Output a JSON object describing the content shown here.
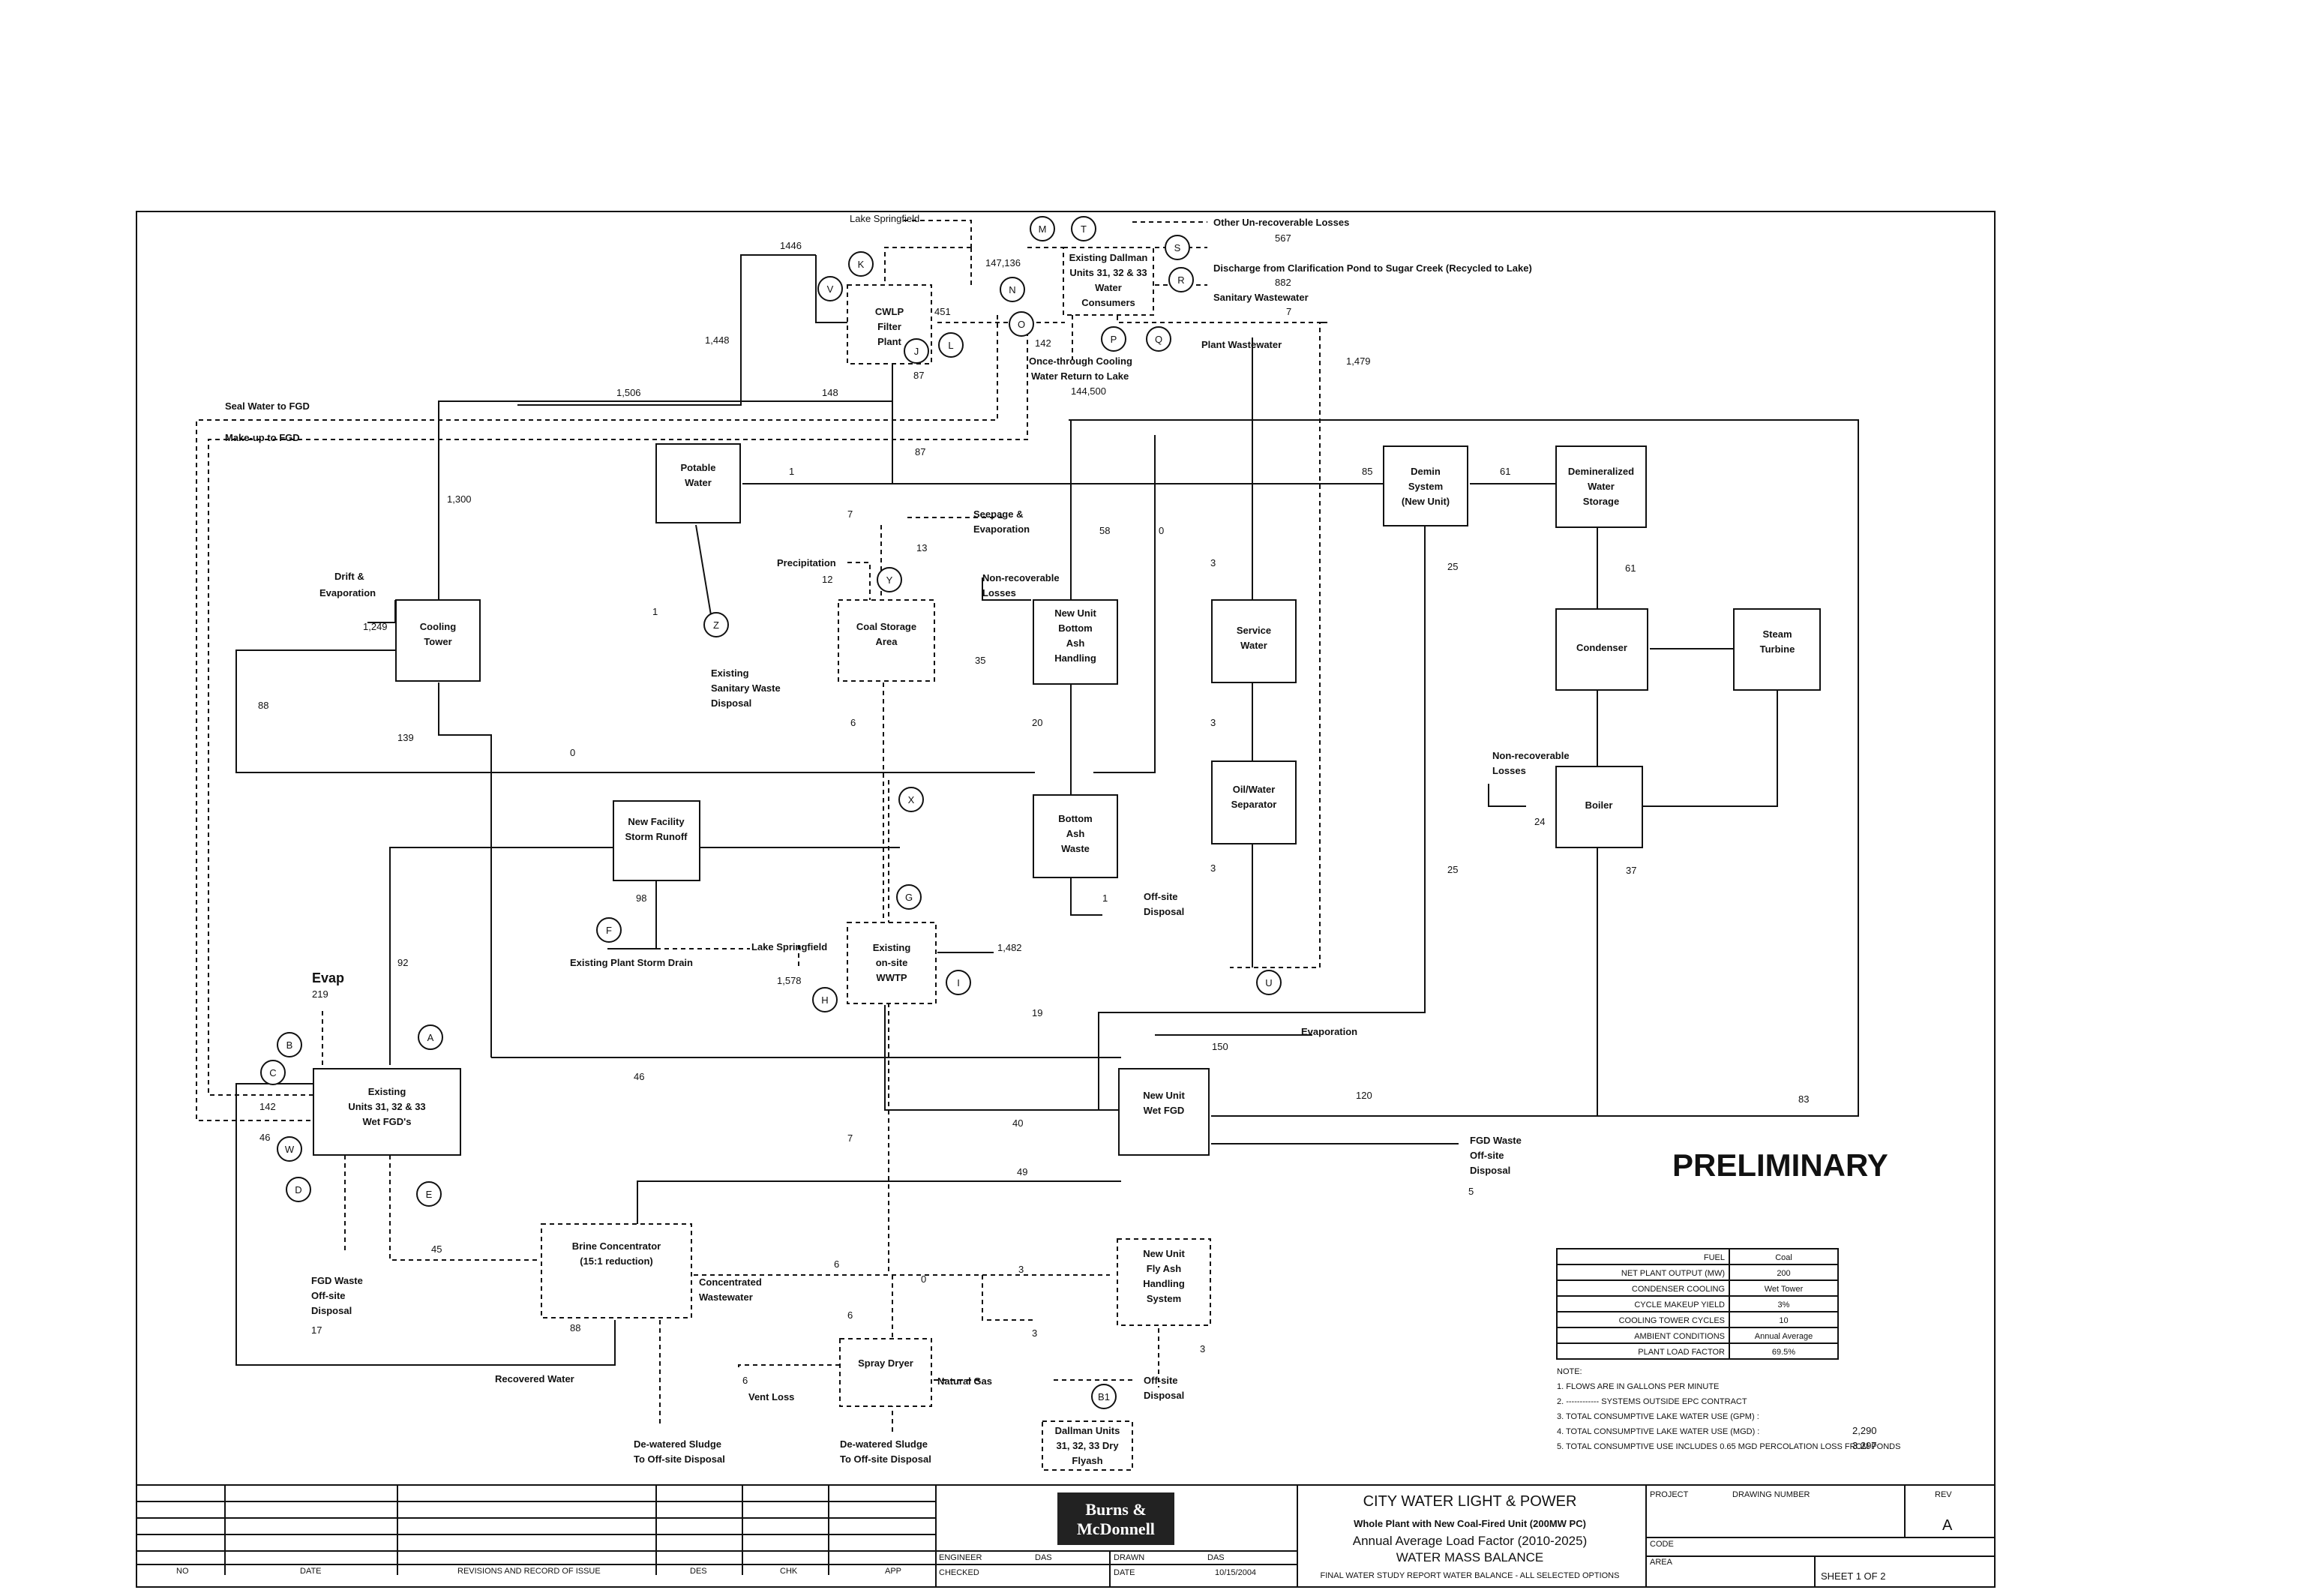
{
  "boxes": {
    "cwlp": [
      "CWLP",
      "Filter",
      "Plant"
    ],
    "dallman": [
      "Existing Dallman",
      "Units 31, 32 & 33",
      "Water",
      "Consumers"
    ],
    "potable": [
      "Potable",
      "Water"
    ],
    "cooling_tower": [
      "Cooling",
      "Tower"
    ],
    "coal_storage": [
      "Coal Storage",
      "Area"
    ],
    "bottom_ash_handling": [
      "New Unit",
      "Bottom",
      "Ash",
      "Handling"
    ],
    "service_water": [
      "Service",
      "Water"
    ],
    "oil_water": [
      "Oil/Water",
      "Separator"
    ],
    "bottom_ash_waste": [
      "Bottom",
      "Ash",
      "Waste"
    ],
    "storm_runoff": [
      "New Facility",
      "Storm Runoff"
    ],
    "wwtp": [
      "Existing",
      "on-site",
      "WWTP"
    ],
    "demin": [
      "Demin",
      "System",
      "(New Unit)"
    ],
    "demin_storage": [
      "Demineralized",
      "Water",
      "Storage"
    ],
    "condenser": [
      "Condenser"
    ],
    "steam_turbine": [
      "Steam",
      "Turbine"
    ],
    "boiler": [
      "Boiler"
    ],
    "existing_fgd": [
      "Existing",
      "Units 31, 32 & 33",
      "Wet FGD's"
    ],
    "new_fgd": [
      "New Unit",
      "Wet FGD"
    ],
    "brine": [
      "Brine Concentrator",
      "(15:1 reduction)"
    ],
    "fly_ash": [
      "New Unit",
      "Fly Ash",
      "Handling",
      "System"
    ],
    "spray_dryer": [
      "Spray Dryer"
    ],
    "dallman_flyash": [
      "Dallman Units",
      "31, 32, 33 Dry",
      "Flyash"
    ]
  },
  "labels": {
    "lake_top": "Lake Springfield",
    "other_losses": "Other Un-recoverable Losses",
    "other_losses_val": "567",
    "discharge": "Discharge from Clarification Pond to Sugar Creek (Recycled to Lake)",
    "discharge_val": "882",
    "sanitary_ww": "Sanitary Wastewater",
    "sanitary_ww_val": "7",
    "plant_ww": "Plant Wastewater",
    "once_through": "Once-through Cooling",
    "water_return": "Water Return to Lake",
    "once_through_val": "144,500",
    "seal_water": "Seal Water to FGD",
    "makeup": "Make-up to FGD",
    "drift": "Drift &",
    "evaporation": "Evaporation",
    "sanitary_disposal": [
      "Existing",
      "Sanitary Waste",
      "Disposal"
    ],
    "seepage": [
      "Seepage &",
      "Evaporation"
    ],
    "precip": "Precipitation",
    "nonrec1": [
      "Non-recoverable",
      "Losses"
    ],
    "nonrec2": [
      "Non-recoverable",
      "Losses"
    ],
    "offsite": [
      "Off-site",
      "Disposal"
    ],
    "storm_drain": "Existing Plant Storm Drain",
    "lake_mid": "Lake Springfield",
    "evap_fgd": "Evap",
    "evaporation_new": "Evaporation",
    "fgd_waste_new": [
      "FGD Waste",
      "Off-site",
      "Disposal"
    ],
    "fgd_waste_ex": [
      "FGD Waste",
      "Off-site",
      "Disposal"
    ],
    "concentrated": [
      "Concentrated",
      "Wastewater"
    ],
    "recovered": "Recovered Water",
    "vent_loss": "Vent Loss",
    "natural_gas": "Natural Gas",
    "sludge1": [
      "De-watered Sludge",
      "To Off-site Disposal"
    ],
    "sludge2": [
      "De-watered Sludge",
      "To Off-site Disposal"
    ],
    "flyash_disposal": [
      "Off-site",
      "Disposal"
    ],
    "preliminary": "PRELIMINARY"
  },
  "flows": [
    "1446",
    "147,136",
    "451",
    "1,448",
    "142",
    "87",
    "1,479",
    "1,506",
    "148",
    "87",
    "1",
    "1,300",
    "7",
    "13",
    "12",
    "58",
    "0",
    "85",
    "61",
    "25",
    "61",
    "1,249",
    "1",
    "35",
    "3",
    "88",
    "139",
    "6",
    "20",
    "0",
    "3",
    "24",
    "37",
    "98",
    "1,578",
    "1,482",
    "1",
    "3",
    "25",
    "92",
    "219",
    "19",
    "150",
    "120",
    "83",
    "142",
    "46",
    "46",
    "40",
    "7",
    "49",
    "45",
    "88",
    "6",
    "0",
    "3",
    "6",
    "6",
    "3",
    "3",
    "17",
    "5"
  ],
  "circles": [
    "M",
    "T",
    "S",
    "R",
    "K",
    "V",
    "N",
    "O",
    "P",
    "Q",
    "L",
    "J",
    "Y",
    "Z",
    "X",
    "G",
    "F",
    "H",
    "I",
    "U",
    "A",
    "B",
    "C",
    "W",
    "D",
    "E",
    "B1"
  ],
  "design_table": {
    "rows": [
      [
        "FUEL",
        "Coal"
      ],
      [
        "NET PLANT OUTPUT (MW)",
        "200"
      ],
      [
        "CONDENSER COOLING",
        "Wet Tower"
      ],
      [
        "CYCLE MAKEUP YIELD",
        "3%"
      ],
      [
        "COOLING TOWER CYCLES",
        "10"
      ],
      [
        "AMBIENT CONDITIONS",
        "Annual Average"
      ],
      [
        "PLANT LOAD FACTOR",
        "69.5%"
      ]
    ]
  },
  "notes": [
    "NOTE:",
    "1.  FLOWS ARE IN GALLONS PER MINUTE",
    "2.  ------------ SYSTEMS OUTSIDE EPC CONTRACT",
    "3.  TOTAL CONSUMPTIVE LAKE WATER USE (GPM) :",
    "4.  TOTAL CONSUMPTIVE LAKE WATER USE (MGD) :",
    "5.  TOTAL CONSUMPTIVE USE INCLUDES 0.65 MGD PERCOLATION LOSS FROM PONDS"
  ],
  "note_values": [
    "2,290",
    "3.297"
  ],
  "title_block": {
    "company": [
      "Burns &",
      "McDonnell"
    ],
    "client": "CITY WATER LIGHT & POWER",
    "line2": "Whole Plant with New Coal-Fired Unit (200MW PC)",
    "line3": "Annual Average Load Factor (2010-2025)",
    "line4": "WATER MASS BALANCE",
    "line5": "FINAL WATER STUDY REPORT WATER BALANCE - ALL SELECTED OPTIONS",
    "rev": "A",
    "sheet": "SHEET 1 OF 2",
    "project": "PROJECT",
    "drawing": "DRAWING NUMBER",
    "rev_label": "REV",
    "code": "CODE",
    "area": "AREA",
    "engineer": "ENGINEER",
    "checked": "CHECKED",
    "drawn": "DRAWN",
    "date_lbl": "DATE",
    "init1": "DAS",
    "init2": "DAS",
    "date_val": "10/15/2004",
    "cols": [
      "NO",
      "DATE",
      "REVISIONS AND RECORD OF ISSUE",
      "DES",
      "CHK",
      "APP"
    ]
  }
}
